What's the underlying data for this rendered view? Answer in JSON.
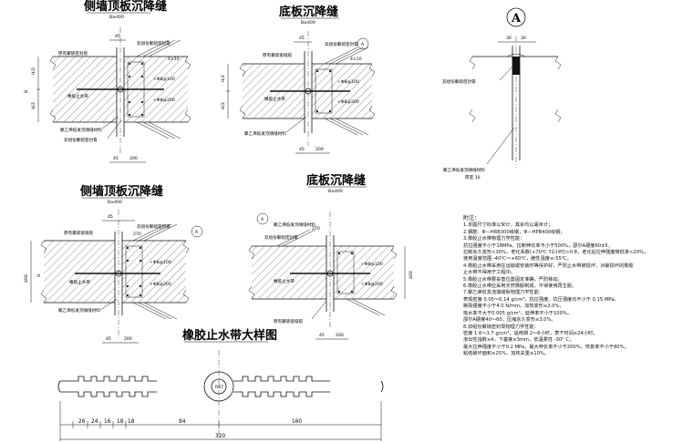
{
  "titles": {
    "wall_top_slab": "侧墙顶板沉降缝",
    "bottom_slab": "底板沉降缝",
    "wall_top_slab_2": "侧墙顶板沉降缝",
    "bottom_slab_2": "底板沉降缝",
    "rubber_waterstop": "橡胶止水带大样图",
    "detail_marker": "A"
  },
  "sections": {
    "d1": {
      "top_dim": "B≥400",
      "w45": "45",
      "h40": "4×10",
      "vert_h": "H/2",
      "vert_h2": "H/2",
      "vert_b": "B",
      "rebar1": "+Φ8@100",
      "rebar2": "+Φ8@200",
      "label_left1": "原有聚硫密封胶",
      "label_left2": "橡胶止水带",
      "label_left3": "聚乙烯低发泡填缝材料",
      "label_left4": "双组份聚硫密封膏",
      "label_right": "双组份聚硫密封膏",
      "bot_45": "45",
      "bot_200": "200"
    },
    "d2": {
      "top_dim": "B≥400",
      "w45": "45",
      "h40": "4×10",
      "vert_h": "H/2",
      "vert_h2": "H/2",
      "rebar1": "+Φ8@100",
      "rebar2": "+Φ8@200",
      "label_left1": "原有聚硫嵌缝胶",
      "label_left2": "橡胶止水带",
      "label_left3": "聚乙烯低发泡填缝材料",
      "label_right": "双组份聚硫密封膏",
      "bot_45": "45",
      "bot_200": "200",
      "marker": "A"
    },
    "d3": {
      "top_dim": "B≥400",
      "w45": "45",
      "w270": "270",
      "h400": "400",
      "vert_h": "H",
      "rebar1": "+Φ8@100",
      "rebar2": "+Φ8@200",
      "label_left1": "原有聚硫嵌缝胶",
      "label_left2": "橡胶止水带",
      "label_left3": "聚乙烯低发泡填缝材料",
      "label_right": "双组份聚硫密封膏",
      "bot_45": "45",
      "bot_200": "200",
      "marker": "A"
    },
    "d4": {
      "top_dim": "B≥400",
      "w270": "270",
      "rebar1": "+Φ8@100",
      "rebar2": "+Φ8@200",
      "h400": "400",
      "label_left1": "聚乙烯低发泡填缝材料",
      "label_left2": "橡胶止水带",
      "label_left3": "原有聚硫嵌缝胶",
      "label_right": "双组份聚硫密封膏",
      "bot_45": "45",
      "bot_200": "200",
      "marker": "A"
    },
    "detailA": {
      "d30a": "30",
      "d30b": "30",
      "label1": "双组份聚硫密封膏",
      "label2": "聚乙烯低发泡填缝材料",
      "thickness": "厚度 30"
    },
    "waterstop": {
      "dims": [
        "26",
        "24",
        "16",
        "18",
        "18",
        "84",
        "160",
        "320"
      ],
      "bulb_label": "R67"
    }
  },
  "notes": {
    "heading": "附注：",
    "lines": [
      "1.本图尺寸标准以米计，其余均以毫米计；",
      "2.钢筋：Φ—HRB300级钢，Φ—HPB400级钢；",
      "3.橡胶止水带物理力学性能：",
      "  抗拉强度不小于18MPa，拉断伸长率不小于500%，邵尔A硬度60±5，",
      "  拉断永久变形<30%，老化系数(+70℃ 72小时)>0.8，老化后拉伸强度降低率<20%，",
      "  使用温度范围 -40℃～+60℃，脆性温度≤-55℃。",
      "4.橡胶止水带采用在运输或安装时等保护好，严防止水带被损坏，对破损坏的橡胶",
      "  止水带不得用于工程中。",
      "5.橡胶止水带要妥善位置固定准确，严防移动。",
      "6.橡胶止水带应采用天然橡胶制成，不得使用再生胶。",
      "7.聚乙烯低发泡填缝板物理力学性能：",
      "  表观密度 0.05～0.14 g/cm³，抗拉强度、抗压强度均不小于 0.15 MPa，",
      "  撕裂强度不小于4.0 N/mm，加热变形≤2.0%，",
      "  吸水率不大于0.005 g/cm³，延伸率不小于100%，",
      "  邵尔A硬度40～60，压缩永久变形≤3.0%。",
      "8.双组份聚硫密封膏物理力学性能：",
      "  密度 1.6～1.7 g/cm³，适用期 2～6小时，表干时间≤24小时，",
      "  渗出性指数≤4，下垂度≤3mm，低温柔性 -30° C，",
      "  最大拉伸强度不小于0.2 MPa，最大伸长率不小于200%，恢复率不小于80%，",
      "  粘结破坏面积≤25%，加热失重≤10%。"
    ]
  }
}
